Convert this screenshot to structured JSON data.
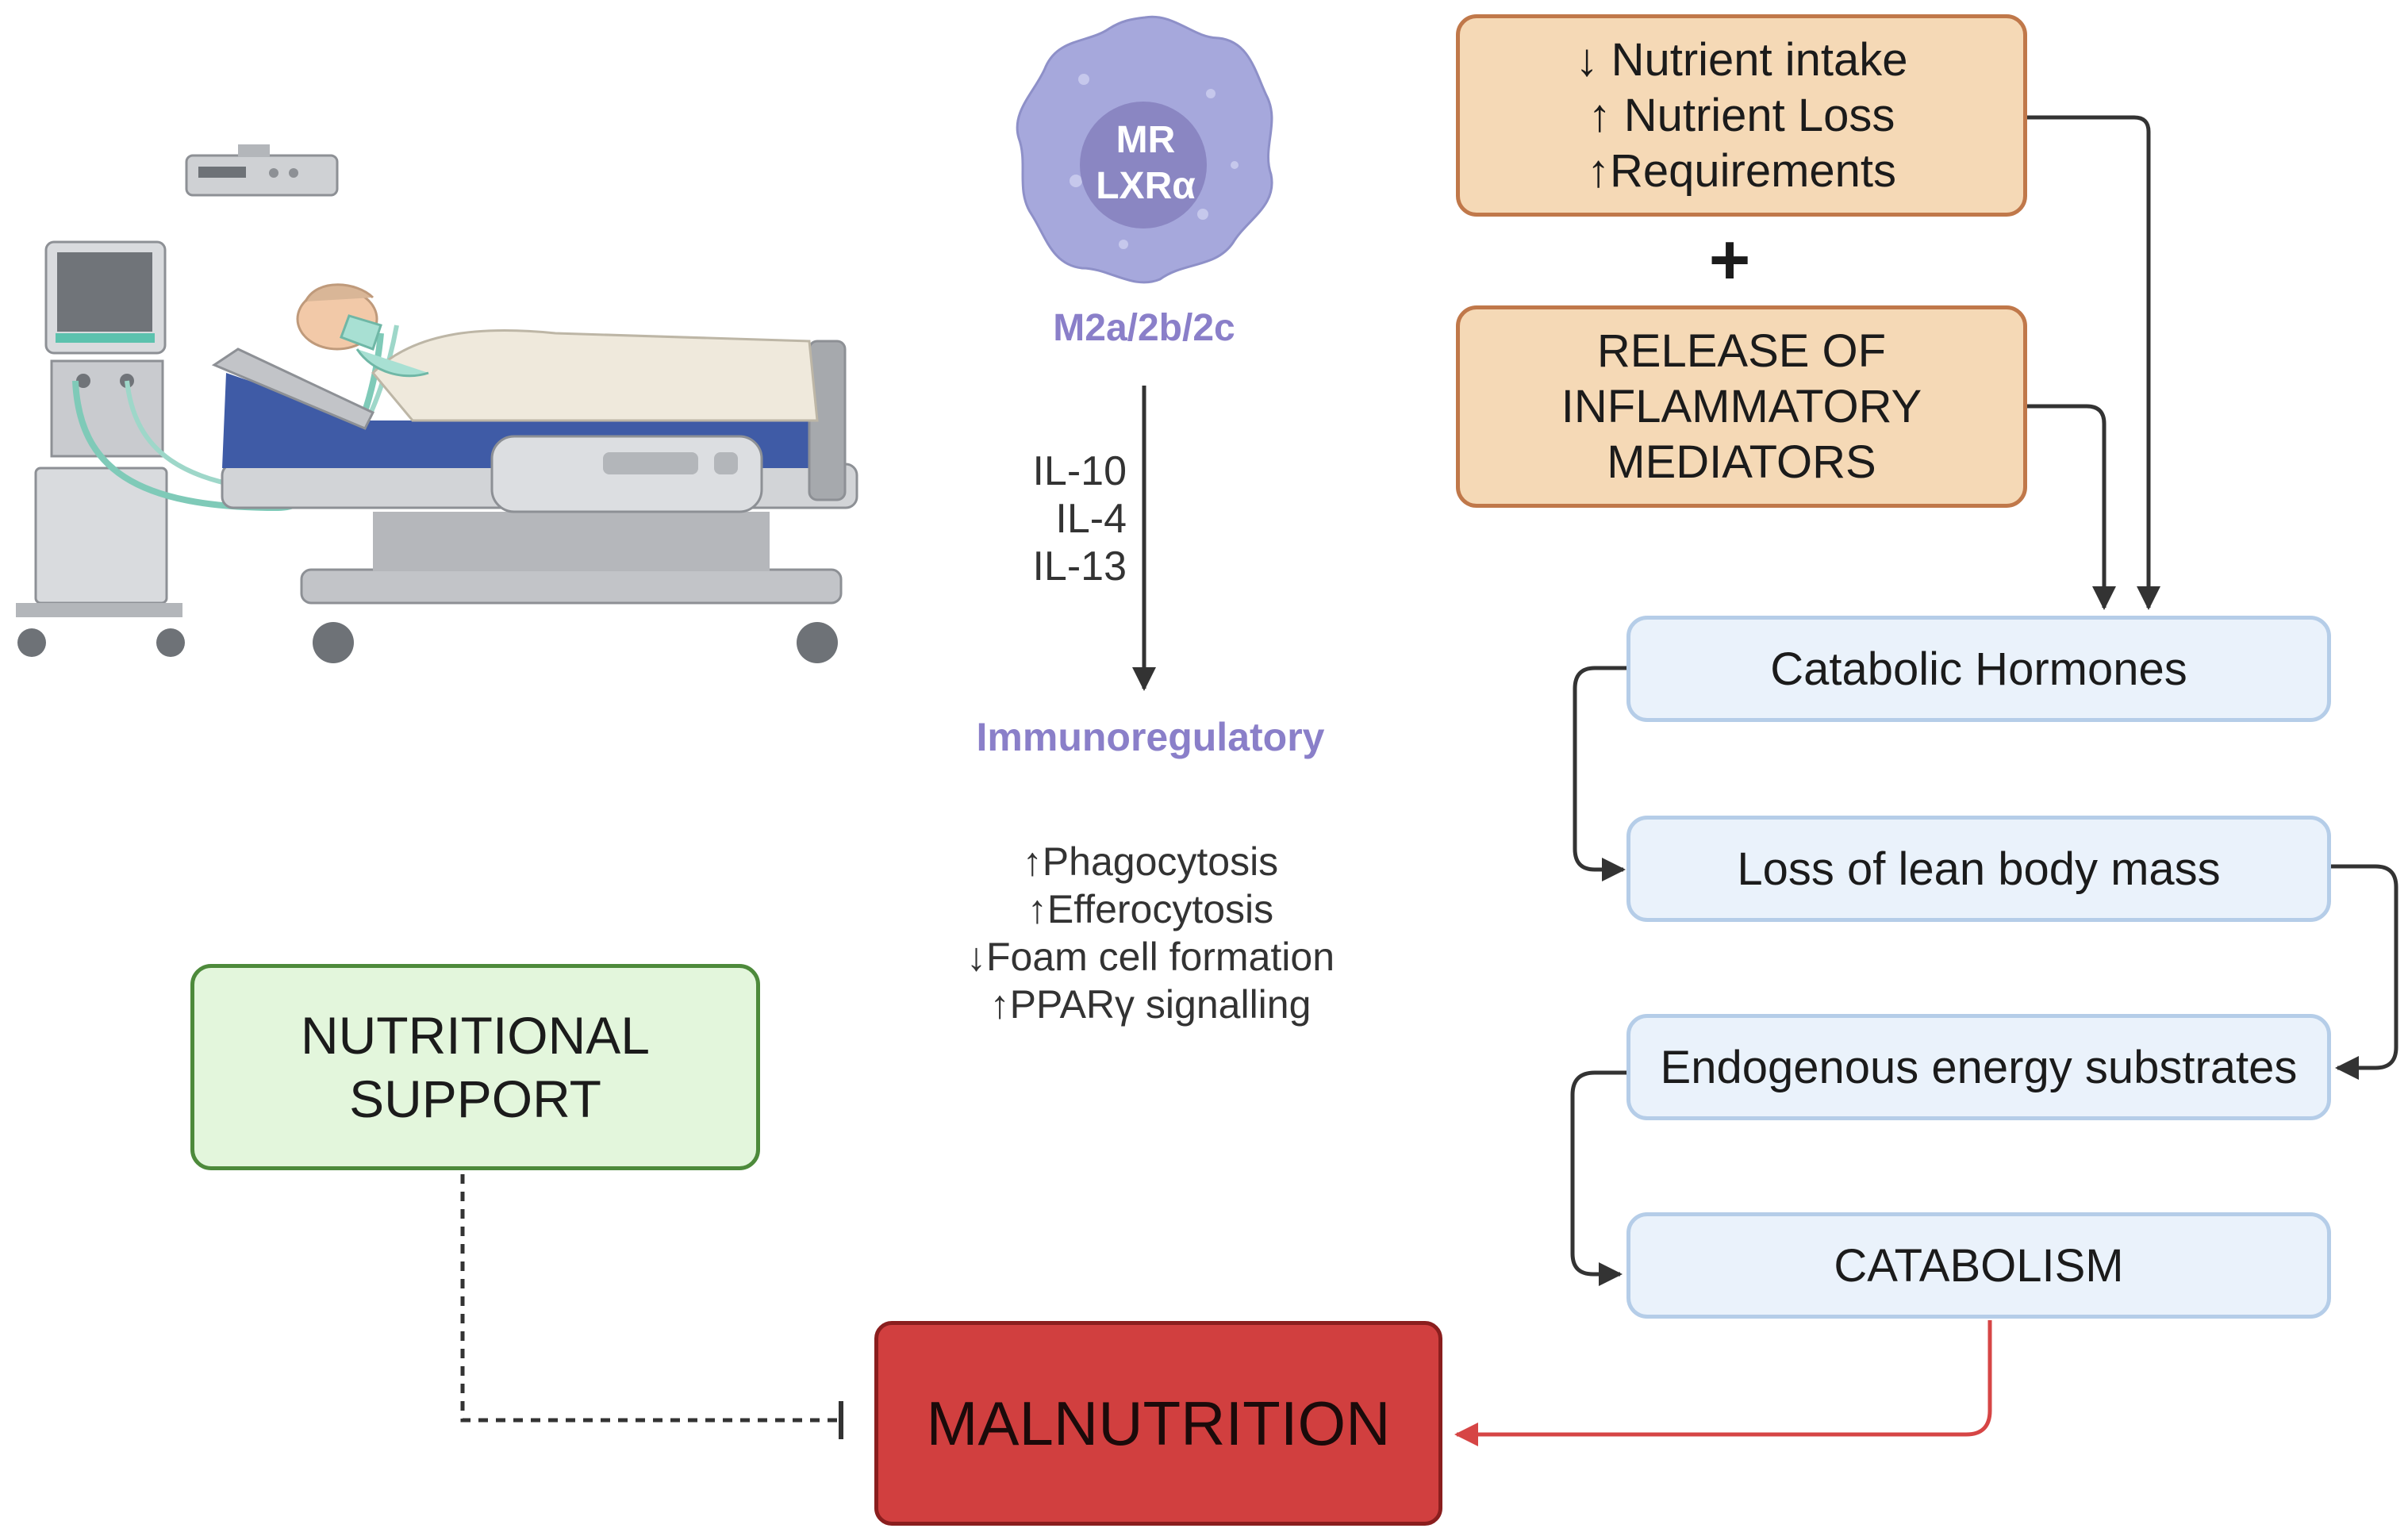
{
  "macrophage": {
    "markers": [
      "MR",
      "LXRα"
    ],
    "subtype": "M2a/2b/2c"
  },
  "cytokines": [
    "IL-10",
    "IL-4",
    "IL-13"
  ],
  "function_label": "Immunoregulatory",
  "effects": [
    "↑Phagocytosis",
    "↑Efferocytosis",
    "↓Foam cell formation",
    "↑PPARγ signalling"
  ],
  "stress_box": {
    "lines": [
      "↓ Nutrient intake",
      "↑ Nutrient Loss",
      "↑Requirements"
    ]
  },
  "plus_sign": "+",
  "inflammatory_box": {
    "lines": [
      "RELEASE OF",
      "INFLAMMATORY",
      "MEDIATORS"
    ]
  },
  "cascade": {
    "catabolic_hormones": "Catabolic Hormones",
    "lean_mass_loss": "Loss of lean body mass",
    "energy_substrates": "Endogenous energy substrates",
    "catabolism": "CATABOLISM"
  },
  "nutritional_support": [
    "NUTRITIONAL",
    "SUPPORT"
  ],
  "malnutrition": "MALNUTRITION",
  "colors": {
    "tan_fill": "#f5d9b6",
    "tan_border": "#c0784a",
    "blue_fill": "#eaf2fb",
    "blue_border": "#b5cde8",
    "green_fill": "#e3f6dc",
    "green_border": "#4d8a3b",
    "red_fill": "#d13f3f",
    "purple_text": "#8a7fc9",
    "arrow_dark": "#333333",
    "arrow_red": "#d64545"
  }
}
